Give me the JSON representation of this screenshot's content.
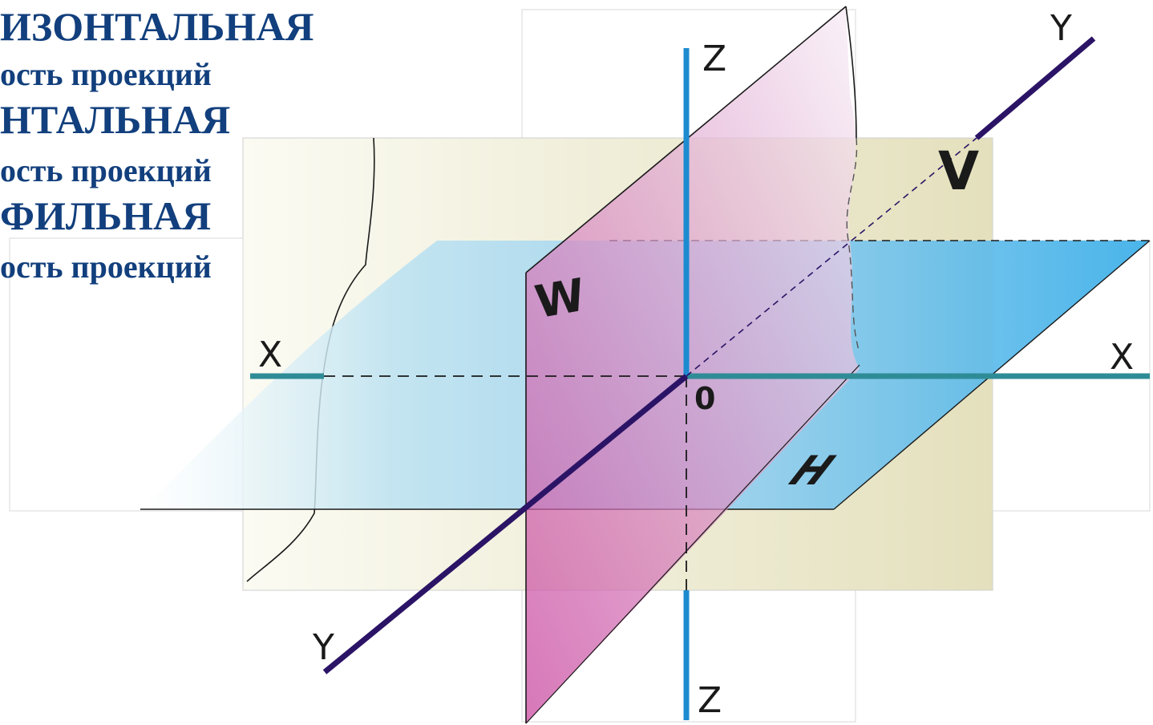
{
  "captions": [
    {
      "text": "ИЗОНТАЛЬНАЯ",
      "size": "big"
    },
    {
      "text": "ость проекций",
      "size": "small"
    },
    {
      "text": "НТАЛЬНАЯ",
      "size": "big"
    },
    {
      "text": "ость проекций",
      "size": "small"
    },
    {
      "text": "ФИЛЬНАЯ",
      "size": "big"
    },
    {
      "text": "ость проекций",
      "size": "small"
    }
  ],
  "axes": {
    "x_left": "X",
    "x_right": "X",
    "y_top": "Y",
    "y_bottom": "Y",
    "z_top": "Z",
    "z_bottom": "Z",
    "origin": "0"
  },
  "planes": {
    "frontal": "V",
    "horizontal": "H",
    "profile": "W"
  },
  "colors": {
    "caption": "#123f7d",
    "axis_x": "#2e8c96",
    "axis_y": "#2b1466",
    "axis_z": "#1d8bd0",
    "plane_v": "#ece9cc",
    "plane_h": "#4fb3e6",
    "plane_w": "#cf7fbd"
  }
}
